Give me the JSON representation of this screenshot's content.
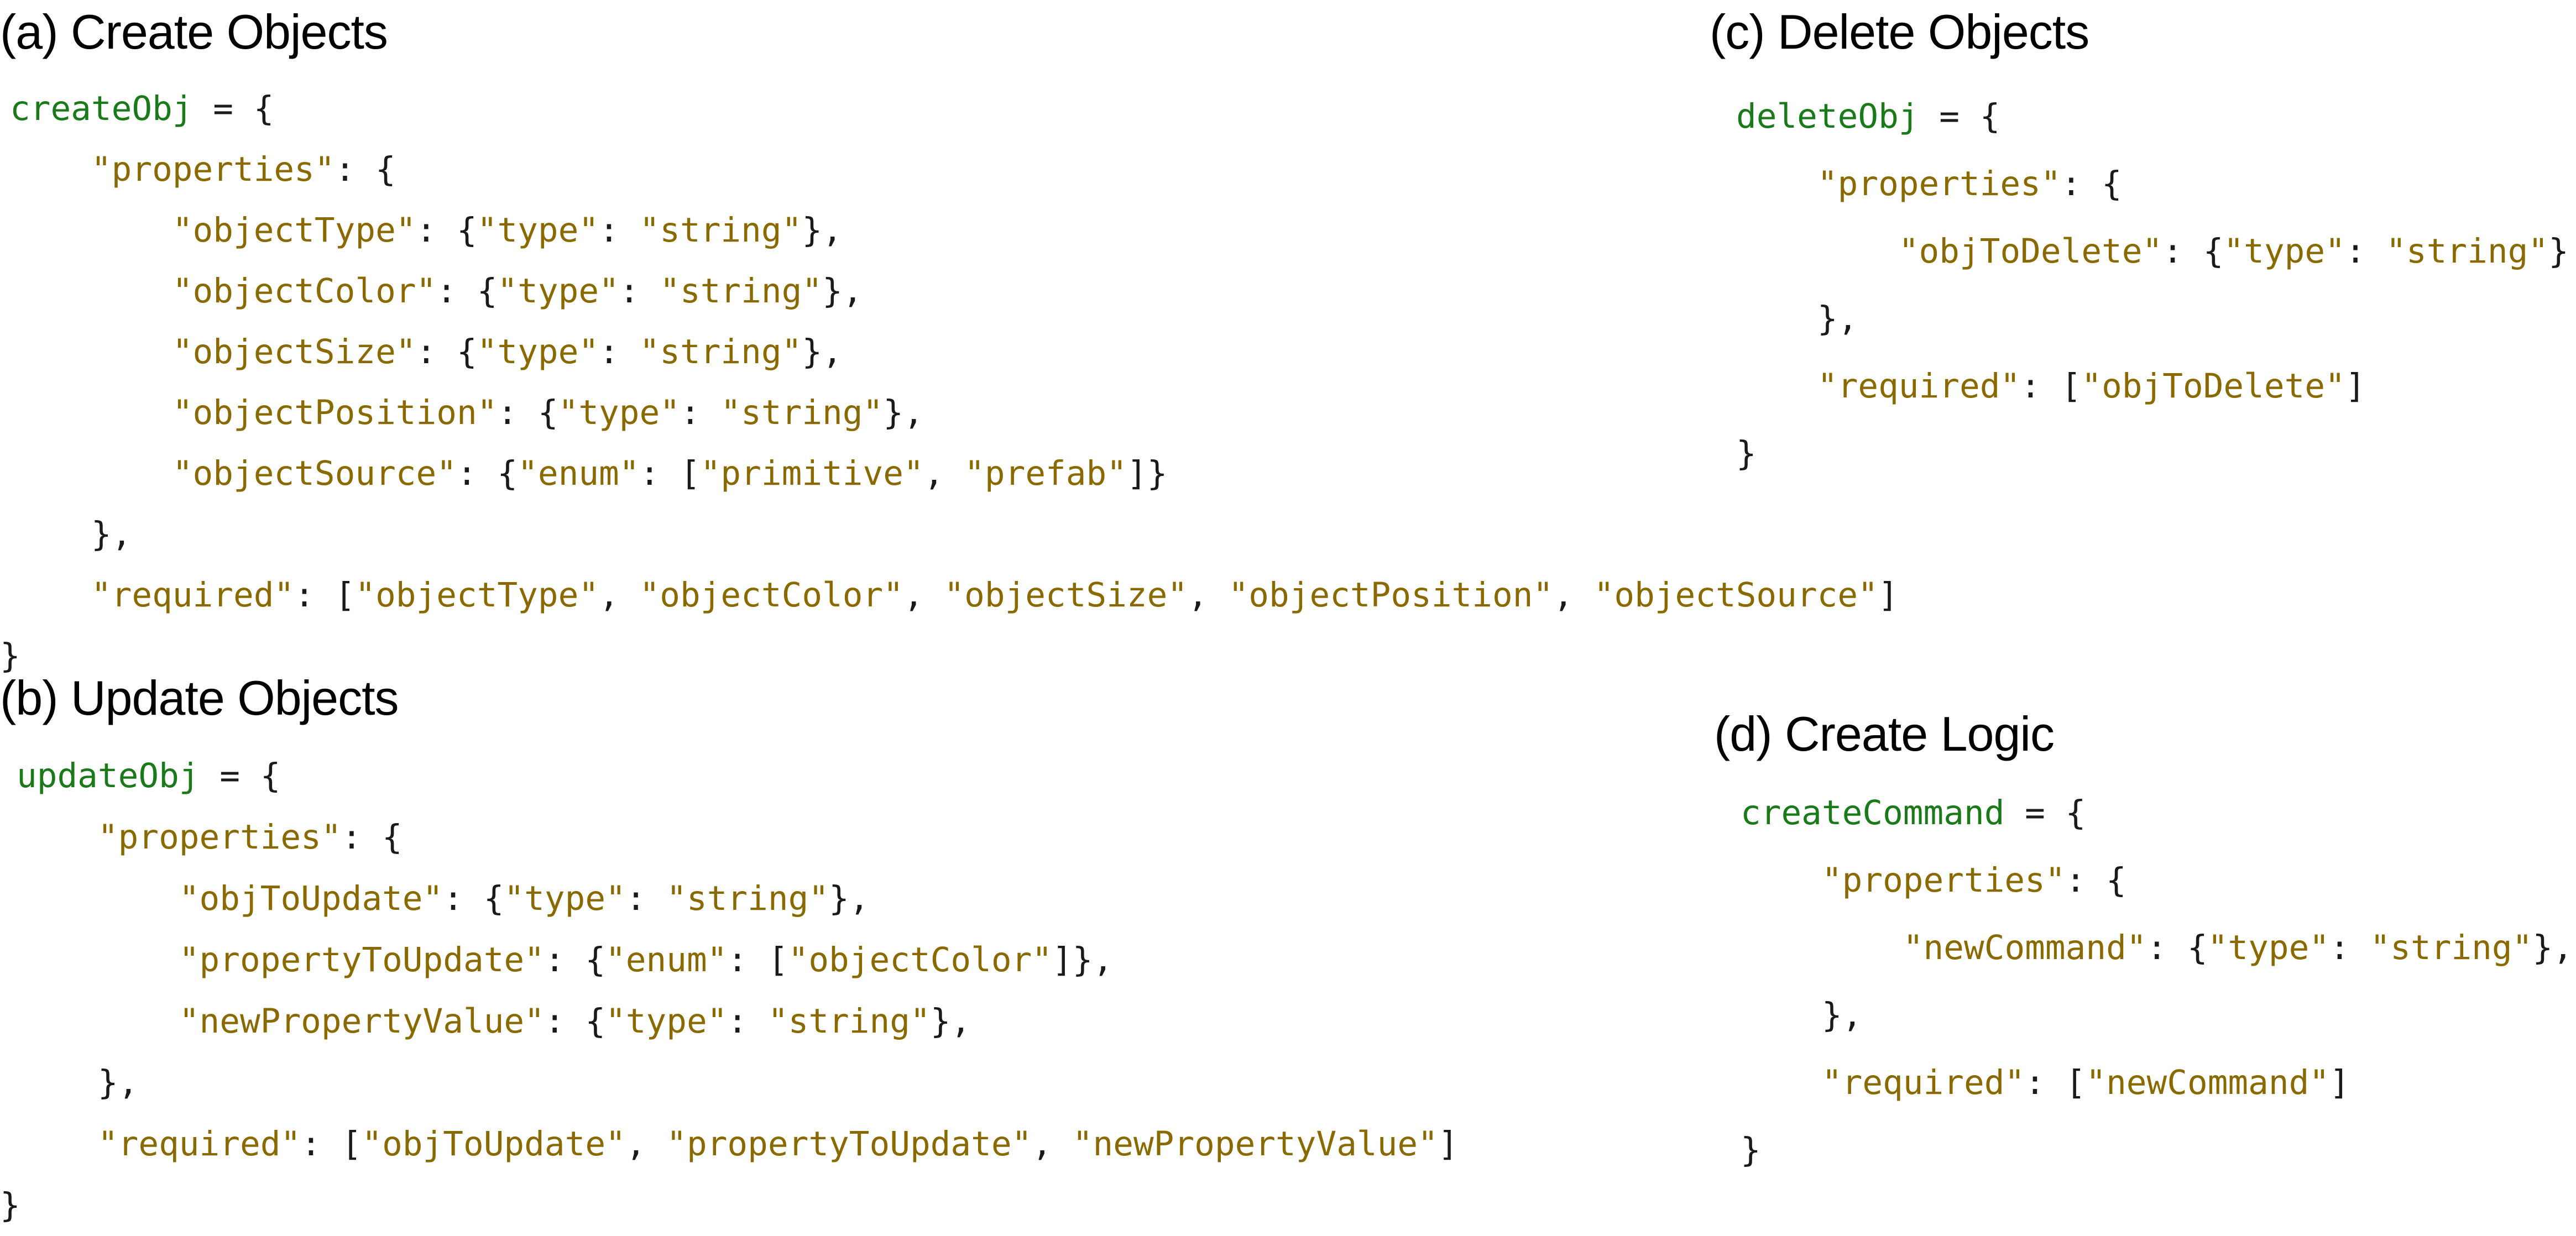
{
  "panels": [
    {
      "id": "a",
      "title": "(a) Create Objects",
      "lines": [
        [
          {
            "t": "var",
            "v": "createObj"
          },
          {
            "t": "punc",
            "v": " = {"
          }
        ],
        [
          {
            "t": "punc",
            "v": "    "
          },
          {
            "t": "str",
            "v": "\"properties\""
          },
          {
            "t": "punc",
            "v": ": {"
          }
        ],
        [
          {
            "t": "punc",
            "v": "        "
          },
          {
            "t": "str",
            "v": "\"objectType\""
          },
          {
            "t": "punc",
            "v": ": {"
          },
          {
            "t": "str",
            "v": "\"type\""
          },
          {
            "t": "punc",
            "v": ": "
          },
          {
            "t": "str",
            "v": "\"string\""
          },
          {
            "t": "punc",
            "v": "},"
          }
        ],
        [
          {
            "t": "punc",
            "v": "        "
          },
          {
            "t": "str",
            "v": "\"objectColor\""
          },
          {
            "t": "punc",
            "v": ": {"
          },
          {
            "t": "str",
            "v": "\"type\""
          },
          {
            "t": "punc",
            "v": ": "
          },
          {
            "t": "str",
            "v": "\"string\""
          },
          {
            "t": "punc",
            "v": "},"
          }
        ],
        [
          {
            "t": "punc",
            "v": "        "
          },
          {
            "t": "str",
            "v": "\"objectSize\""
          },
          {
            "t": "punc",
            "v": ": {"
          },
          {
            "t": "str",
            "v": "\"type\""
          },
          {
            "t": "punc",
            "v": ": "
          },
          {
            "t": "str",
            "v": "\"string\""
          },
          {
            "t": "punc",
            "v": "},"
          }
        ],
        [
          {
            "t": "punc",
            "v": "        "
          },
          {
            "t": "str",
            "v": "\"objectPosition\""
          },
          {
            "t": "punc",
            "v": ": {"
          },
          {
            "t": "str",
            "v": "\"type\""
          },
          {
            "t": "punc",
            "v": ": "
          },
          {
            "t": "str",
            "v": "\"string\""
          },
          {
            "t": "punc",
            "v": "},"
          }
        ],
        [
          {
            "t": "punc",
            "v": "        "
          },
          {
            "t": "str",
            "v": "\"objectSource\""
          },
          {
            "t": "punc",
            "v": ": {"
          },
          {
            "t": "str",
            "v": "\"enum\""
          },
          {
            "t": "punc",
            "v": ": ["
          },
          {
            "t": "str",
            "v": "\"primitive\""
          },
          {
            "t": "punc",
            "v": ", "
          },
          {
            "t": "str",
            "v": "\"prefab\""
          },
          {
            "t": "punc",
            "v": "]}"
          }
        ],
        [
          {
            "t": "punc",
            "v": "    },"
          }
        ],
        [
          {
            "t": "punc",
            "v": "    "
          },
          {
            "t": "str",
            "v": "\"required\""
          },
          {
            "t": "punc",
            "v": ": ["
          },
          {
            "t": "str",
            "v": "\"objectType\""
          },
          {
            "t": "punc",
            "v": ", "
          },
          {
            "t": "str",
            "v": "\"objectColor\""
          },
          {
            "t": "punc",
            "v": ", "
          },
          {
            "t": "str",
            "v": "\"objectSize\""
          },
          {
            "t": "punc",
            "v": ", "
          },
          {
            "t": "str",
            "v": "\"objectPosition\""
          },
          {
            "t": "punc",
            "v": ", "
          },
          {
            "t": "str",
            "v": "\"objectSource\""
          },
          {
            "t": "punc",
            "v": "]"
          }
        ],
        [
          {
            "t": "punc",
            "v": "}"
          }
        ]
      ]
    },
    {
      "id": "b",
      "title": "(b) Update Objects",
      "lines": [
        [
          {
            "t": "var",
            "v": "updateObj"
          },
          {
            "t": "punc",
            "v": " = {"
          }
        ],
        [
          {
            "t": "punc",
            "v": "    "
          },
          {
            "t": "str",
            "v": "\"properties\""
          },
          {
            "t": "punc",
            "v": ": {"
          }
        ],
        [
          {
            "t": "punc",
            "v": "        "
          },
          {
            "t": "str",
            "v": "\"objToUpdate\""
          },
          {
            "t": "punc",
            "v": ": {"
          },
          {
            "t": "str",
            "v": "\"type\""
          },
          {
            "t": "punc",
            "v": ": "
          },
          {
            "t": "str",
            "v": "\"string\""
          },
          {
            "t": "punc",
            "v": "},"
          }
        ],
        [
          {
            "t": "punc",
            "v": "        "
          },
          {
            "t": "str",
            "v": "\"propertyToUpdate\""
          },
          {
            "t": "punc",
            "v": ": {"
          },
          {
            "t": "str",
            "v": "\"enum\""
          },
          {
            "t": "punc",
            "v": ": ["
          },
          {
            "t": "str",
            "v": "\"objectColor\""
          },
          {
            "t": "punc",
            "v": "]},"
          }
        ],
        [
          {
            "t": "punc",
            "v": "        "
          },
          {
            "t": "str",
            "v": "\"newPropertyValue\""
          },
          {
            "t": "punc",
            "v": ": {"
          },
          {
            "t": "str",
            "v": "\"type\""
          },
          {
            "t": "punc",
            "v": ": "
          },
          {
            "t": "str",
            "v": "\"string\""
          },
          {
            "t": "punc",
            "v": "},"
          }
        ],
        [
          {
            "t": "punc",
            "v": "    },"
          }
        ],
        [
          {
            "t": "punc",
            "v": "    "
          },
          {
            "t": "str",
            "v": "\"required\""
          },
          {
            "t": "punc",
            "v": ": ["
          },
          {
            "t": "str",
            "v": "\"objToUpdate\""
          },
          {
            "t": "punc",
            "v": ", "
          },
          {
            "t": "str",
            "v": "\"propertyToUpdate\""
          },
          {
            "t": "punc",
            "v": ", "
          },
          {
            "t": "str",
            "v": "\"newPropertyValue\""
          },
          {
            "t": "punc",
            "v": "]"
          }
        ],
        [
          {
            "t": "punc",
            "v": "}"
          }
        ]
      ]
    },
    {
      "id": "c",
      "title": "(c) Delete Objects",
      "lines": [
        [
          {
            "t": "var",
            "v": "deleteObj"
          },
          {
            "t": "punc",
            "v": " = {"
          }
        ],
        [
          {
            "t": "punc",
            "v": "    "
          },
          {
            "t": "str",
            "v": "\"properties\""
          },
          {
            "t": "punc",
            "v": ": {"
          }
        ],
        [
          {
            "t": "punc",
            "v": "        "
          },
          {
            "t": "str",
            "v": "\"objToDelete\""
          },
          {
            "t": "punc",
            "v": ": {"
          },
          {
            "t": "str",
            "v": "\"type\""
          },
          {
            "t": "punc",
            "v": ": "
          },
          {
            "t": "str",
            "v": "\"string\""
          },
          {
            "t": "punc",
            "v": "}"
          }
        ],
        [
          {
            "t": "punc",
            "v": "    },"
          }
        ],
        [
          {
            "t": "punc",
            "v": "    "
          },
          {
            "t": "str",
            "v": "\"required\""
          },
          {
            "t": "punc",
            "v": ": ["
          },
          {
            "t": "str",
            "v": "\"objToDelete\""
          },
          {
            "t": "punc",
            "v": "]"
          }
        ],
        [
          {
            "t": "punc",
            "v": "}"
          }
        ]
      ]
    },
    {
      "id": "d",
      "title": "(d) Create Logic",
      "lines": [
        [
          {
            "t": "var",
            "v": "createCommand"
          },
          {
            "t": "punc",
            "v": " = {"
          }
        ],
        [
          {
            "t": "punc",
            "v": "    "
          },
          {
            "t": "str",
            "v": "\"properties\""
          },
          {
            "t": "punc",
            "v": ": {"
          }
        ],
        [
          {
            "t": "punc",
            "v": "        "
          },
          {
            "t": "str",
            "v": "\"newCommand\""
          },
          {
            "t": "punc",
            "v": ": {"
          },
          {
            "t": "str",
            "v": "\"type\""
          },
          {
            "t": "punc",
            "v": ": "
          },
          {
            "t": "str",
            "v": "\"string\""
          },
          {
            "t": "punc",
            "v": "},"
          }
        ],
        [
          {
            "t": "punc",
            "v": "    },"
          }
        ],
        [
          {
            "t": "punc",
            "v": "    "
          },
          {
            "t": "str",
            "v": "\"required\""
          },
          {
            "t": "punc",
            "v": ": ["
          },
          {
            "t": "str",
            "v": "\"newCommand\""
          },
          {
            "t": "punc",
            "v": "]"
          }
        ],
        [
          {
            "t": "punc",
            "v": "}"
          }
        ]
      ]
    }
  ],
  "colors": {
    "variable": "#1a7a1a",
    "string": "#8a6a00",
    "punctuation": "#1a1a1a",
    "background": "#ffffff"
  }
}
